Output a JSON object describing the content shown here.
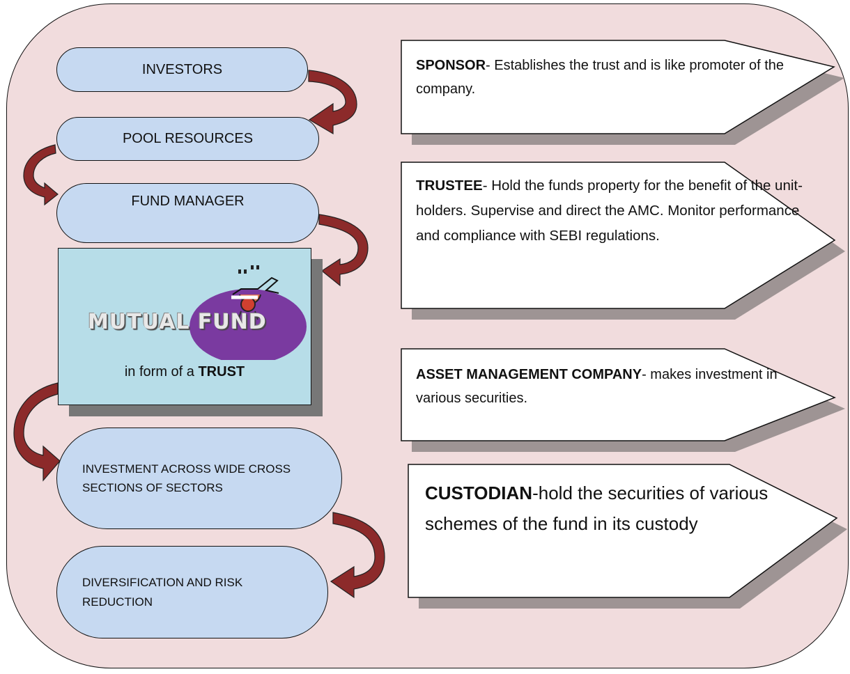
{
  "flow": {
    "investors": "INVESTORS",
    "pool_resources": "POOL RESOURCES",
    "fund_manager": "FUND MANAGER",
    "investment": "INVESTMENT ACROSS WIDE CROSS SECTIONS OF SECTORS",
    "diversification": "DIVERSIFICATION AND RISK REDUCTION"
  },
  "mutual_fund": {
    "logo_text": "MUTUAL FUND",
    "caption_prefix": "in form of a ",
    "caption_bold": "TRUST"
  },
  "roles": [
    {
      "title": "SPONSOR",
      "text": "- Establishes the trust and is like promoter of the company."
    },
    {
      "title": "TRUSTEE",
      "text": "- Hold the funds property for the benefit of the unit-holders. Supervise and direct the AMC. Monitor performance and compliance with SEBI regulations."
    },
    {
      "title": "ASSET MANAGEMENT COMPANY",
      "text": "- makes investment in various securities."
    },
    {
      "title": "CUSTODIAN",
      "text": "-hold the securities of various schemes of the fund in its custody"
    }
  ],
  "colors": {
    "background": "#f1dcdd",
    "pill_fill": "#c6d9f1",
    "arrow": "#8c2a2a",
    "mf_box": "#b7dde8",
    "logo_ellipse": "#7a3aa0"
  }
}
